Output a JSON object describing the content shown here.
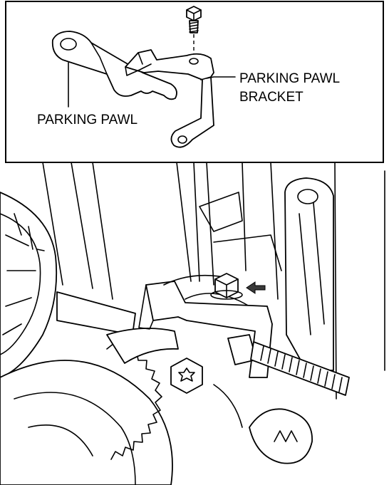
{
  "labels": {
    "parking_pawl": "PARKING PAWL",
    "bracket_line1": "PARKING PAWL",
    "bracket_line2": "BRACKET"
  },
  "icons": [
    "bolt-icon",
    "arrow-icon"
  ],
  "colors": {
    "line": "#000000",
    "background": "#ffffff"
  }
}
